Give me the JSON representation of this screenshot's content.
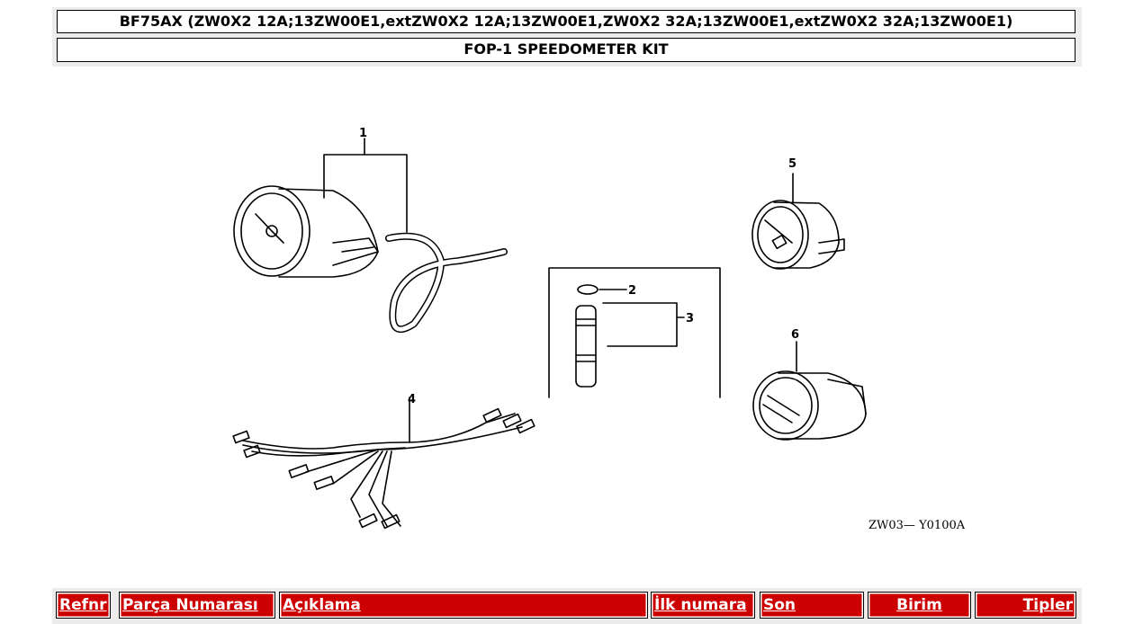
{
  "header": {
    "model_line": "BF75AX (ZW0X2 12A;13ZW00E1,extZW0X2 12A;13ZW00E1,ZW0X2 32A;13ZW00E1,extZW0X2 32A;13ZW00E1)",
    "section_title": "FOP-1 SPEEDOMETER KIT"
  },
  "diagram": {
    "callouts": [
      "1",
      "2",
      "3",
      "4",
      "5",
      "6"
    ],
    "code": "ZW03— Y0100A"
  },
  "table": {
    "headers": {
      "ref": "Refnr",
      "part_number": "Parça Numarası",
      "description": "Açıklama",
      "first_number": "İlk numara",
      "last": "Son",
      "unit": "Birim",
      "types": "Tipler"
    }
  }
}
